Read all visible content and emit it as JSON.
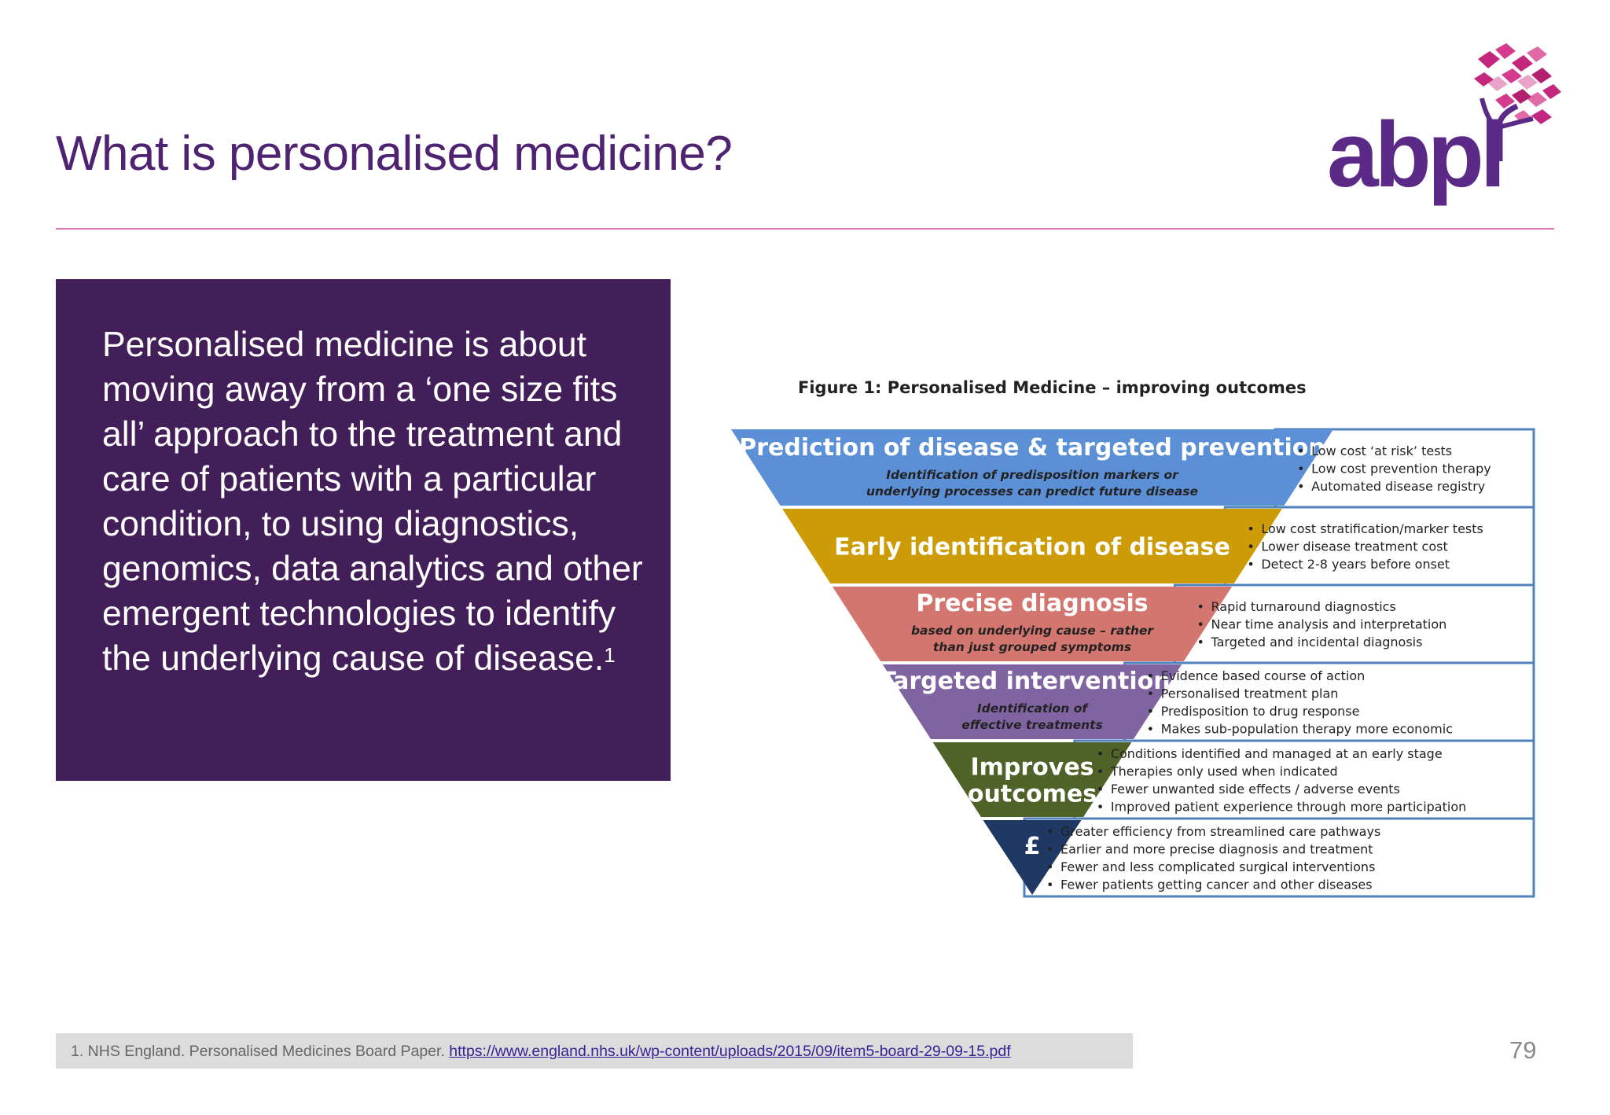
{
  "slide": {
    "title": "What is personalised medicine?",
    "page_number": "79"
  },
  "logo": {
    "text": "abpl",
    "colors": {
      "primary": "#5b2a86",
      "accent": "#c2267d"
    }
  },
  "definition_box": {
    "text": "Personalised medicine is about moving away from a ‘one size fits all’ approach to the treatment and care of patients with a particular condition, to using diagnostics, genomics, data analytics and other emergent technologies to identify the underlying cause of disease.",
    "superscript": "1",
    "background": "#421f59"
  },
  "figure": {
    "caption": "Figure 1: Personalised Medicine – improving outcomes",
    "levels": [
      {
        "heading": "Prediction of disease & targeted prevention",
        "subtext": [
          "Identification of predisposition markers or",
          "underlying processes can predict future disease"
        ],
        "color": "#5b8fd6",
        "bullets": [
          "Low cost ‘at risk’ tests",
          "Low cost prevention therapy",
          "Automated disease registry"
        ]
      },
      {
        "heading": "Early identification of disease",
        "subtext": [],
        "color": "#cc9b06",
        "bullets": [
          "Low cost stratification/marker tests",
          "Lower disease treatment cost",
          "Detect 2-8 years before onset"
        ]
      },
      {
        "heading": "Precise diagnosis",
        "subtext": [
          "based on underlying cause – rather",
          "than just grouped symptoms"
        ],
        "color": "#d3766f",
        "bullets": [
          "Rapid turnaround diagnostics",
          "Near time analysis and interpretation",
          "Targeted and incidental diagnosis"
        ]
      },
      {
        "heading": "Targeted interventions",
        "subtext": [
          "Identification of",
          "effective treatments"
        ],
        "color": "#8064a2",
        "bullets": [
          "Evidence based course of action",
          "Personalised treatment plan",
          "Predisposition to drug response",
          "Makes sub-population therapy more economic"
        ]
      },
      {
        "heading": "Improves outcomes",
        "heading_lines": [
          "Improves",
          "outcomes"
        ],
        "subtext": [],
        "color": "#4f6228",
        "bullets": [
          "Conditions identified and managed at an early stage",
          "Therapies only used when indicated",
          "Fewer unwanted side effects / adverse events",
          "Improved patient experience through more participation"
        ]
      },
      {
        "heading": "£",
        "subtext": [],
        "color": "#1f3864",
        "bullets": [
          "Greater efficiency from streamlined care pathways",
          "Earlier and more precise diagnosis and treatment",
          "Fewer and less complicated surgical interventions",
          "Fewer patients getting cancer and other diseases"
        ]
      }
    ],
    "box_border_color": "#4f81bd"
  },
  "footnote": {
    "text": "1. NHS England. Personalised Medicines Board Paper.",
    "link": "https://www.england.nhs.uk/wp-content/uploads/2015/09/item5-board-29-09-15.pdf"
  }
}
